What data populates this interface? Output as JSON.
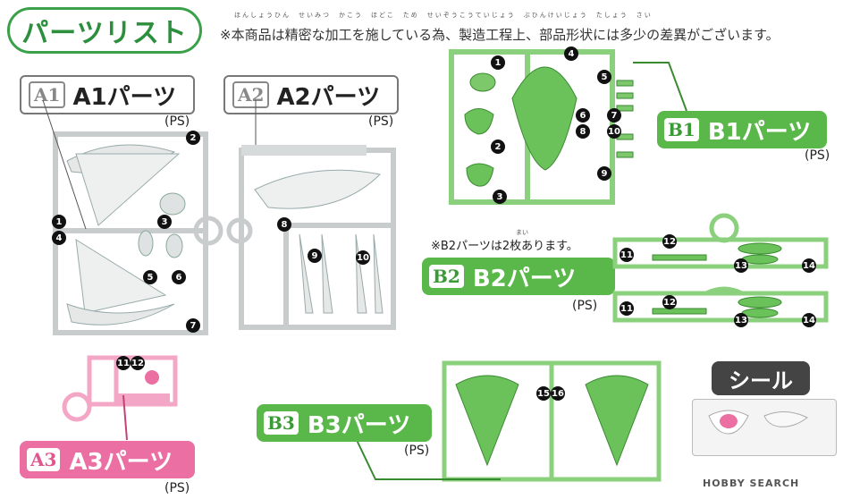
{
  "header": {
    "title": "パーツリスト",
    "notice": "※本商品は精密な加工を施している為、製造工程上、部品形状には多少の差異がございます。",
    "ruby": "ほんしょうひん　せいみつ　かこう　ほどこ　ため　せいぞうこうていじょう　ぶひんけいじょう　たしょう　さい"
  },
  "parts": {
    "a1": {
      "code": "A1",
      "label": "A1パーツ",
      "material": "(PS)"
    },
    "a2": {
      "code": "A2",
      "label": "A2パーツ",
      "material": "(PS)"
    },
    "a3": {
      "code": "A3",
      "label": "A3パーツ",
      "material": "(PS)"
    },
    "b1": {
      "code": "B1",
      "label": "B1パーツ",
      "material": "(PS)"
    },
    "b2": {
      "code": "B2",
      "label": "B2パーツ",
      "material": "(PS)",
      "note": "※B2パーツは2枚あります。",
      "note_ruby": "まい"
    },
    "b3": {
      "code": "B3",
      "label": "B3パーツ",
      "material": "(PS)"
    }
  },
  "seal": {
    "label": "シール"
  },
  "footer": {
    "watermark": "HOBBY SEARCH"
  },
  "callouts": {
    "a1": [
      "1",
      "2",
      "3",
      "4",
      "5",
      "6",
      "7"
    ],
    "a2": [
      "8",
      "9",
      "10"
    ],
    "a3": [
      "11",
      "12"
    ],
    "b1": [
      "1",
      "2",
      "3",
      "4",
      "5",
      "6",
      "7",
      "8",
      "10",
      "9"
    ],
    "b2": [
      "11",
      "12",
      "13",
      "14",
      "11",
      "12",
      "13",
      "14"
    ],
    "b3": [
      "15",
      "16"
    ]
  },
  "colors": {
    "accent_green": "#5ab84a",
    "accent_pink": "#ec6fa3",
    "runner_gray": "#d8dcdc",
    "runner_green": "#8bd07c",
    "runner_pink": "#f4a6c6"
  }
}
